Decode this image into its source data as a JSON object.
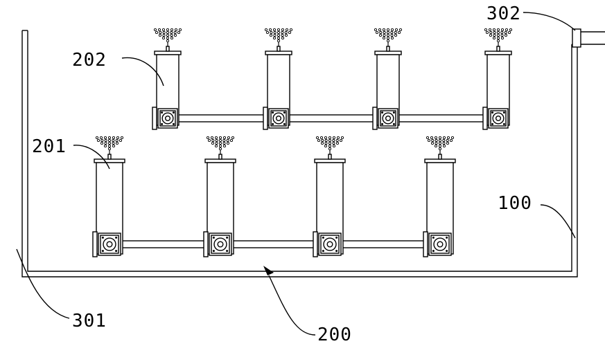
{
  "labels": {
    "tank": "100",
    "water_line": "200",
    "nozzle_row_lower": "201",
    "nozzle_row_upper": "202",
    "inlet": "301",
    "outlet": "302"
  }
}
